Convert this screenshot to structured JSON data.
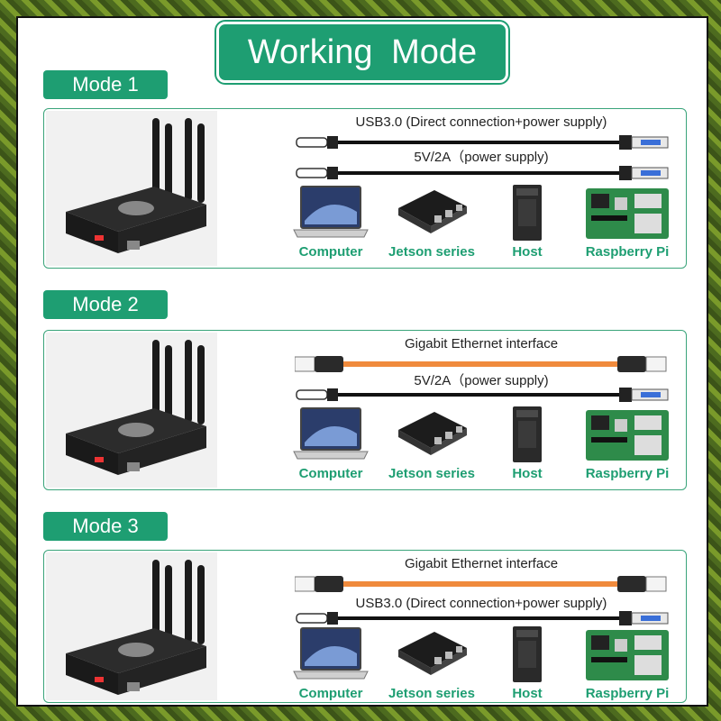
{
  "title": "Working Mode",
  "modes": [
    {
      "label": "Mode 1",
      "cables": [
        {
          "type": "usb",
          "label": "USB3.0 (Direct connection+power supply)"
        },
        {
          "type": "usb",
          "label": "5V/2A（power supply)"
        }
      ]
    },
    {
      "label": "Mode  2",
      "cables": [
        {
          "type": "ethernet",
          "label": "Gigabit Ethernet interface"
        },
        {
          "type": "usb",
          "label": "5V/2A（power supply)"
        }
      ]
    },
    {
      "label": "Mode 3",
      "cables": [
        {
          "type": "ethernet",
          "label": "Gigabit Ethernet interface"
        },
        {
          "type": "usb",
          "label": "USB3.0 (Direct connection+power supply)"
        }
      ]
    }
  ],
  "devices": [
    {
      "label": "Computer",
      "icon": "laptop-icon"
    },
    {
      "label": "Jetson series",
      "icon": "jetson-board-icon"
    },
    {
      "label": "Host",
      "icon": "desktop-tower-icon"
    },
    {
      "label": "Raspberry Pi",
      "icon": "raspberry-pi-board-icon"
    }
  ],
  "colors": {
    "accent": "#1e9e72",
    "ethernet_cable": "#f08a3c",
    "usb_cable": "#111111",
    "usb_plug_a": "#3a6fd8"
  }
}
